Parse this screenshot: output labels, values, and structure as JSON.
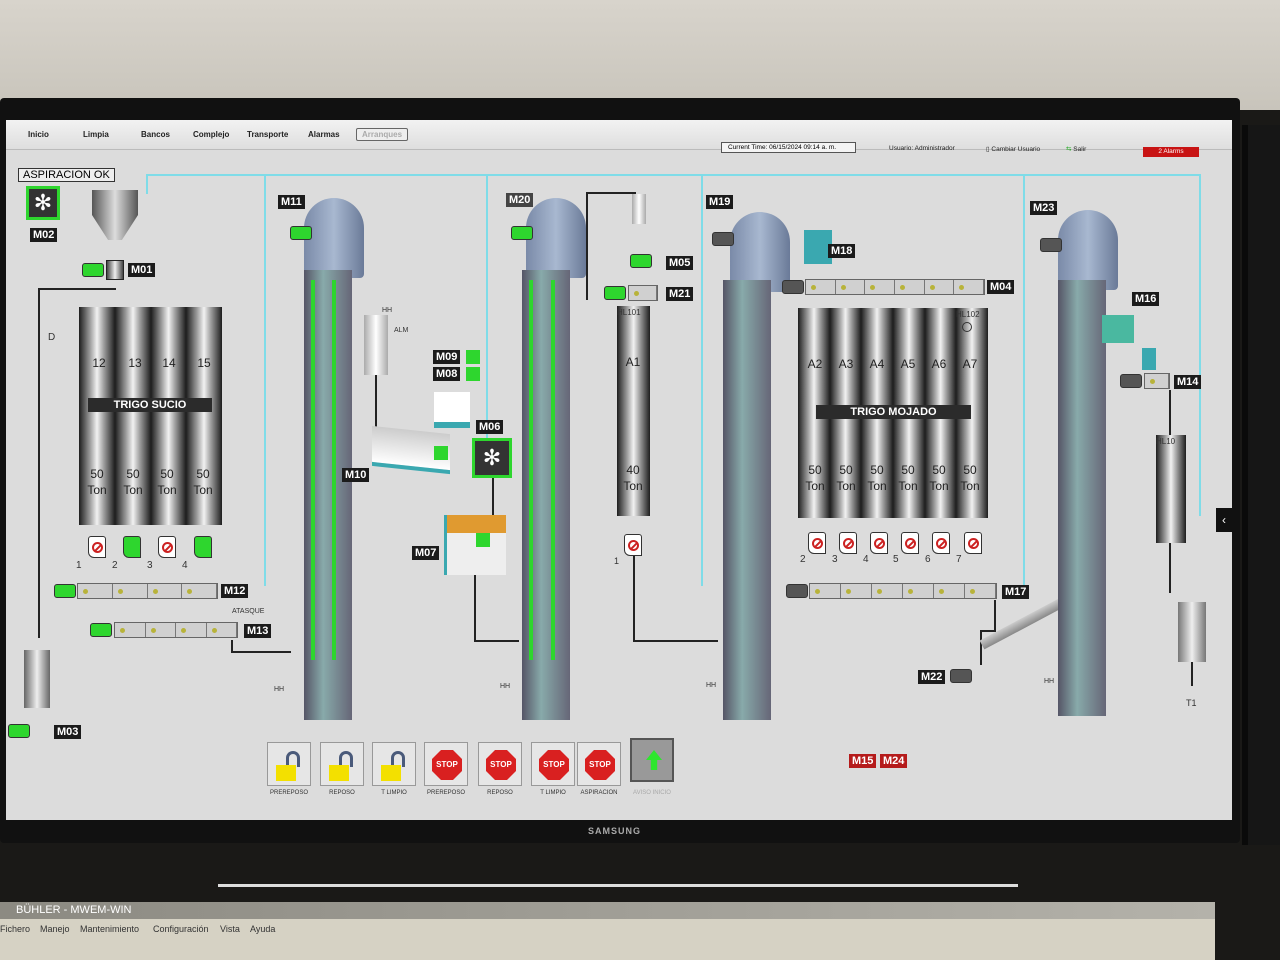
{
  "nav": {
    "tabs": [
      "Inicio",
      "Limpia",
      "Bancos",
      "Complejo",
      "Transporte",
      "Alarmas",
      "Arranques"
    ],
    "active_tab": "Arranques"
  },
  "header": {
    "current_time": "Current Time: 06/15/2024 09:14 a. m.",
    "user": "Usuario: Administrador",
    "change_user": "Cambiar Usuario",
    "exit": "Salir",
    "alarms": "2 Alarms"
  },
  "status": {
    "aspiracion": "ASPIRACION OK"
  },
  "motors": {
    "M01": "M01",
    "M02": "M02",
    "M03": "M03",
    "M04": "M04",
    "M05": "M05",
    "M06": "M06",
    "M07": "M07",
    "M08": "M08",
    "M09": "M09",
    "M10": "M10",
    "M11": "M11",
    "M12": "M12",
    "M13": "M13",
    "M14": "M14",
    "M15": "M15",
    "M16": "M16",
    "M17": "M17",
    "M18": "M18",
    "M19": "M19",
    "M20": "M20",
    "M21": "M21",
    "M22": "M22",
    "M23": "M23",
    "M24": "M24"
  },
  "labels": {
    "D": "D",
    "HH": "HH",
    "ALM": "ALM",
    "ATASQUE": "ATASQUE",
    "T1": "T1",
    "HL101": "HL101",
    "HL102": "HL102",
    "HL103": "HL10"
  },
  "trigo_sucio": {
    "title": "TRIGO SUCIO",
    "bins": [
      {
        "id": "12",
        "tons": "50",
        "unit": "Ton"
      },
      {
        "id": "13",
        "tons": "50",
        "unit": "Ton"
      },
      {
        "id": "14",
        "tons": "50",
        "unit": "Ton"
      },
      {
        "id": "15",
        "tons": "50",
        "unit": "Ton"
      }
    ],
    "gates": [
      "1",
      "2",
      "3",
      "4"
    ]
  },
  "silo_a1": {
    "id": "A1",
    "tons": "40",
    "unit": "Ton",
    "gate": "1"
  },
  "trigo_mojado": {
    "title": "TRIGO MOJADO",
    "bins": [
      {
        "id": "A2",
        "tons": "50",
        "unit": "Ton"
      },
      {
        "id": "A3",
        "tons": "50",
        "unit": "Ton"
      },
      {
        "id": "A4",
        "tons": "50",
        "unit": "Ton"
      },
      {
        "id": "A5",
        "tons": "50",
        "unit": "Ton"
      },
      {
        "id": "A6",
        "tons": "50",
        "unit": "Ton"
      },
      {
        "id": "A7",
        "tons": "50",
        "unit": "Ton"
      }
    ],
    "gates": [
      "2",
      "3",
      "4",
      "5",
      "6",
      "7"
    ]
  },
  "buttons": [
    {
      "label": "PREREPOSO",
      "type": "unlock"
    },
    {
      "label": "REPOSO",
      "type": "unlock"
    },
    {
      "label": "T LIMPIO",
      "type": "unlock"
    },
    {
      "label": "PREREPOSO",
      "type": "stop",
      "text": "STOP"
    },
    {
      "label": "REPOSO",
      "type": "stop",
      "text": "STOP"
    },
    {
      "label": "T LIMPIO",
      "type": "stop",
      "text": "STOP"
    },
    {
      "label": "ASPIRACION",
      "type": "stop",
      "text": "STOP"
    },
    {
      "label": "AVISO INICIO",
      "type": "arrow"
    }
  ],
  "monitor_brand": "SAMSUNG",
  "app2": {
    "title": "BÜHLER - MWEM-WIN",
    "menu": [
      "Fichero",
      "Manejo",
      "Mantenimiento",
      "Configuración",
      "Vista",
      "Ayuda"
    ]
  },
  "colors": {
    "running": "#2ed62e",
    "alarm": "#c81414",
    "air_duct": "#7fdce8"
  }
}
